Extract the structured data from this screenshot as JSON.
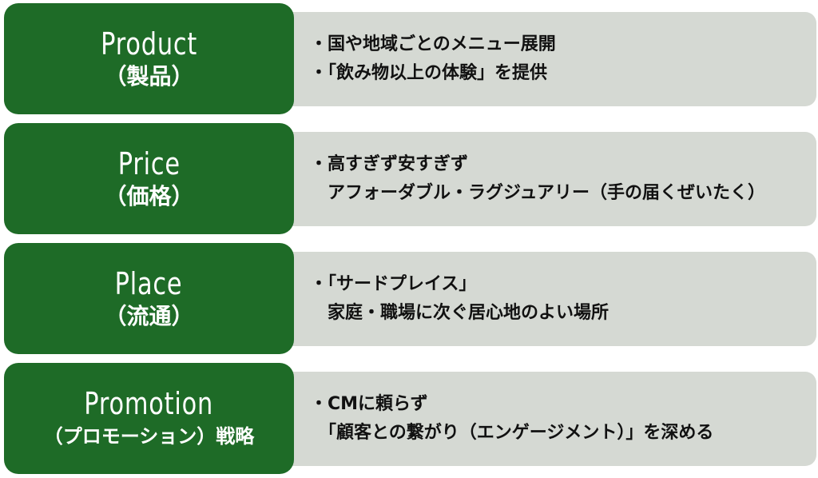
{
  "colors": {
    "label_bg": "#1e6b27",
    "detail_bg": "#d5d9d3",
    "text": "#111111"
  },
  "rows": [
    {
      "title": "Product",
      "subtitle": "（製品）",
      "lines": [
        "・国や地域ごとのメニュー展開",
        "・「飲み物以上の体験」を提供"
      ]
    },
    {
      "title": "Price",
      "subtitle": "（価格）",
      "lines": [
        "・高すぎず安すぎず",
        "　アフォーダブル・ラグジュアリー（手の届くぜいたく）"
      ]
    },
    {
      "title": "Place",
      "subtitle": "（流通）",
      "lines": [
        "・「サードプレイス」",
        "　家庭・職場に次ぐ居心地のよい場所"
      ]
    },
    {
      "title": "Promotion",
      "subtitle": "（プロモーション）戦略",
      "lines": [
        "・CMに頼らず",
        "　「顧客との繋がり（エンゲージメント）」を深める"
      ]
    }
  ]
}
